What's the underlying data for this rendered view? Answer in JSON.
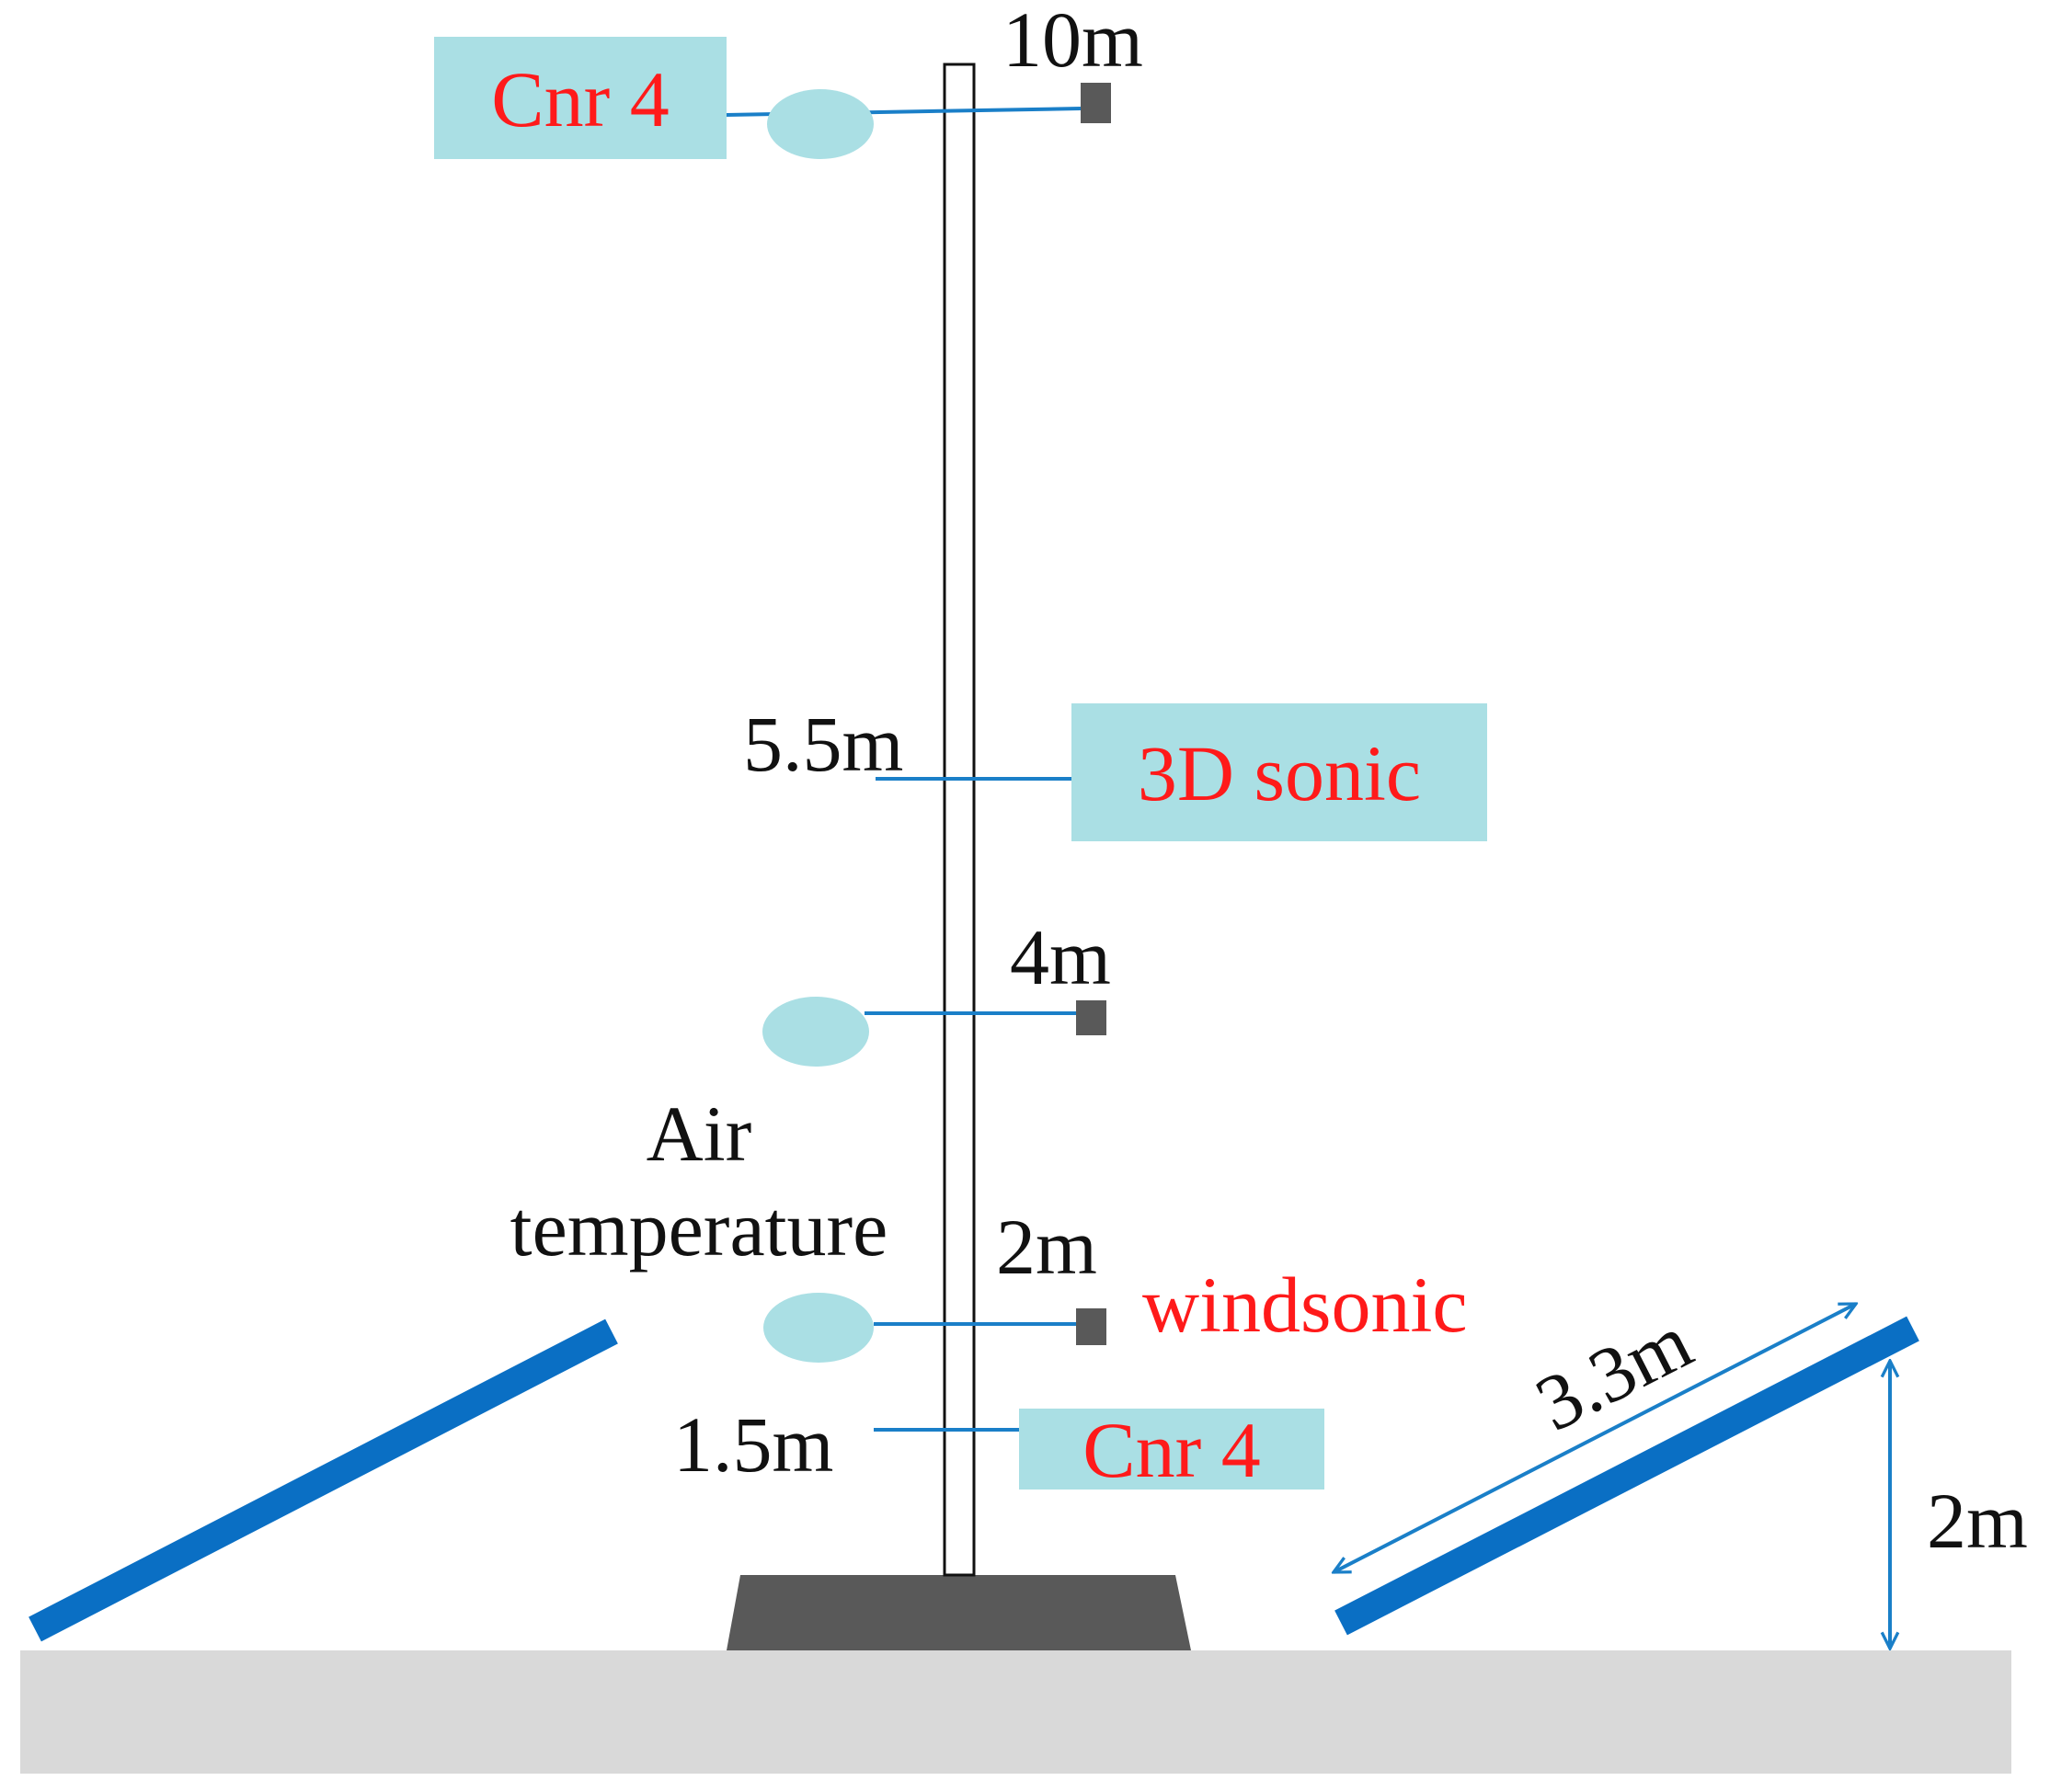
{
  "heights": {
    "top": "10m",
    "sonic": "5.5m",
    "mid": "4m",
    "low": "2m",
    "bottom": "1.5m"
  },
  "instruments": {
    "cnr4_top": "Cnr 4",
    "sonic3d": "3D sonic",
    "windsonic": "windsonic",
    "cnr4_bottom": "Cnr 4"
  },
  "air_temperature": {
    "line1": "Air",
    "line2": "temperature"
  },
  "panel": {
    "length": "3.3m",
    "height": "2m"
  },
  "colors": {
    "label_box": "#aadfe4",
    "sensor_ellipse": "#aadfe4",
    "panel": "#0a6fc4",
    "arm_line": "#1a7fc8",
    "ground": "#d9d9d9",
    "base": "#595959",
    "instrument_text": "#ff1a1a"
  }
}
